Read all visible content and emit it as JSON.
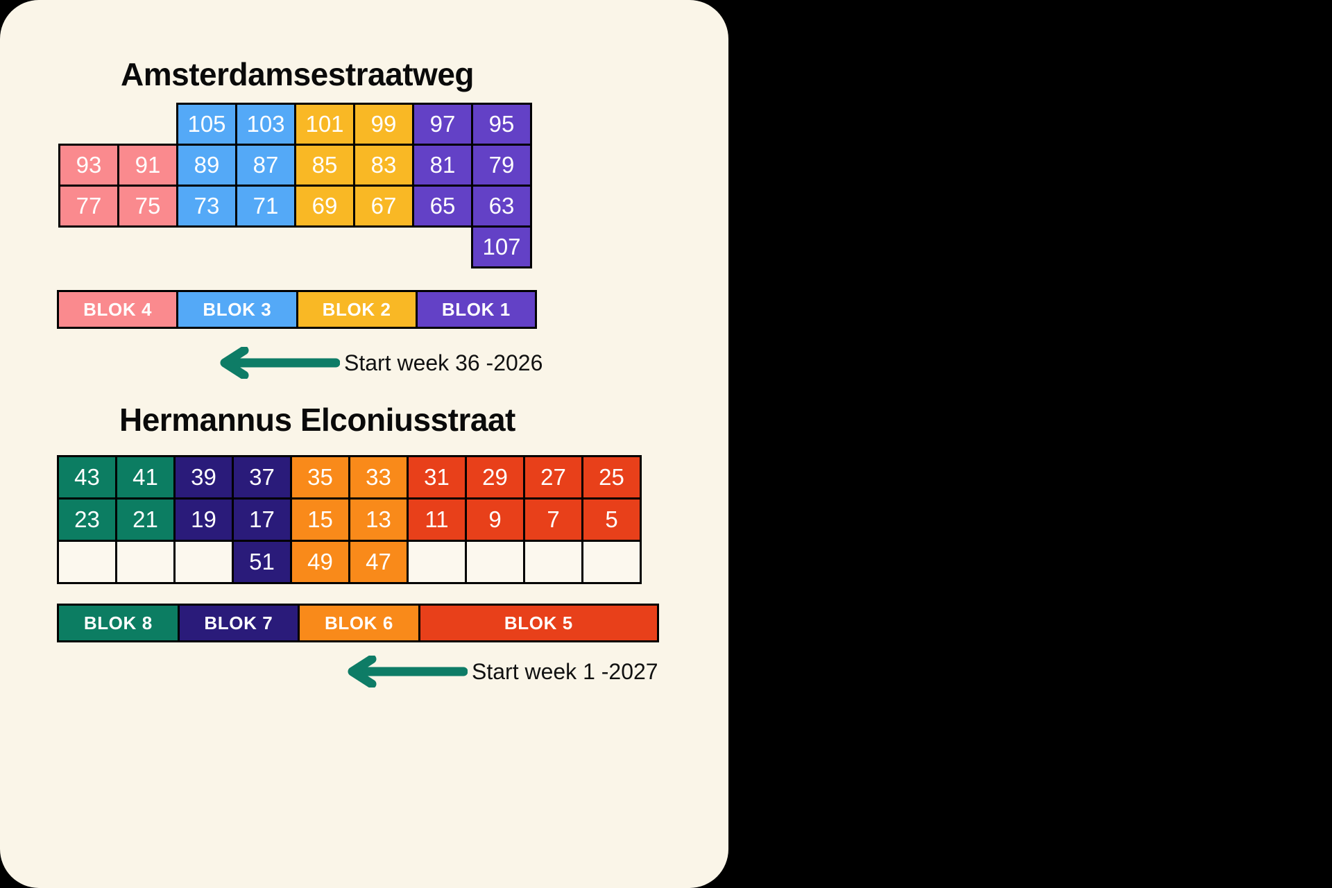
{
  "canvas": {
    "background": "#000000",
    "card_background": "#FAF5E8"
  },
  "palette": {
    "pink": "#FA8A8E",
    "blue": "#54A9F7",
    "yellow": "#F9B825",
    "purple": "#6341C6",
    "teal": "#0C7D62",
    "navy": "#2A1B7A",
    "orange": "#F98A1A",
    "red": "#E8401A",
    "empty": "#FCF8EE",
    "arrow_green": "#0E7C66",
    "border": "#000000",
    "text_on_color": "#FFFFFF",
    "heading": "#0A0A0A"
  },
  "sections": [
    {
      "title": "Amsterdamsestraatweg",
      "grid": {
        "columns": 8,
        "rows": [
          [
            {
              "label": "",
              "color": "none",
              "empty": true
            },
            {
              "label": "",
              "color": "none",
              "empty": true
            },
            {
              "label": "105",
              "color": "blue"
            },
            {
              "label": "103",
              "color": "blue"
            },
            {
              "label": "101",
              "color": "yellow"
            },
            {
              "label": "99",
              "color": "yellow"
            },
            {
              "label": "97",
              "color": "purple"
            },
            {
              "label": "95",
              "color": "purple"
            }
          ],
          [
            {
              "label": "93",
              "color": "pink"
            },
            {
              "label": "91",
              "color": "pink"
            },
            {
              "label": "89",
              "color": "blue"
            },
            {
              "label": "87",
              "color": "blue"
            },
            {
              "label": "85",
              "color": "yellow"
            },
            {
              "label": "83",
              "color": "yellow"
            },
            {
              "label": "81",
              "color": "purple"
            },
            {
              "label": "79",
              "color": "purple"
            }
          ],
          [
            {
              "label": "77",
              "color": "pink"
            },
            {
              "label": "75",
              "color": "pink"
            },
            {
              "label": "73",
              "color": "blue"
            },
            {
              "label": "71",
              "color": "blue"
            },
            {
              "label": "69",
              "color": "yellow"
            },
            {
              "label": "67",
              "color": "yellow"
            },
            {
              "label": "65",
              "color": "purple"
            },
            {
              "label": "63",
              "color": "purple"
            }
          ],
          [
            {
              "label": "",
              "color": "none",
              "empty": true
            },
            {
              "label": "",
              "color": "none",
              "empty": true
            },
            {
              "label": "",
              "color": "none",
              "empty": true
            },
            {
              "label": "",
              "color": "none",
              "empty": true
            },
            {
              "label": "",
              "color": "none",
              "empty": true
            },
            {
              "label": "",
              "color": "none",
              "empty": true
            },
            {
              "label": "",
              "color": "none",
              "empty": true
            },
            {
              "label": "107",
              "color": "purple"
            }
          ]
        ]
      },
      "bloks": [
        {
          "label": "BLOK 4",
          "color": "pink",
          "span": 2
        },
        {
          "label": "BLOK 3",
          "color": "blue",
          "span": 2
        },
        {
          "label": "BLOK 2",
          "color": "yellow",
          "span": 2
        },
        {
          "label": "BLOK 1",
          "color": "purple",
          "span": 2
        }
      ],
      "arrow": {
        "direction": "left",
        "label": "Start week 36 -2026",
        "color": "#0E7C66"
      }
    },
    {
      "title": "Hermannus Elconiusstraat",
      "grid": {
        "columns": 10,
        "rows": [
          [
            {
              "label": "43",
              "color": "teal"
            },
            {
              "label": "41",
              "color": "teal"
            },
            {
              "label": "39",
              "color": "navy"
            },
            {
              "label": "37",
              "color": "navy"
            },
            {
              "label": "35",
              "color": "orange"
            },
            {
              "label": "33",
              "color": "orange"
            },
            {
              "label": "31",
              "color": "red"
            },
            {
              "label": "29",
              "color": "red"
            },
            {
              "label": "27",
              "color": "red"
            },
            {
              "label": "25",
              "color": "red"
            }
          ],
          [
            {
              "label": "23",
              "color": "teal"
            },
            {
              "label": "21",
              "color": "teal"
            },
            {
              "label": "19",
              "color": "navy"
            },
            {
              "label": "17",
              "color": "navy"
            },
            {
              "label": "15",
              "color": "orange"
            },
            {
              "label": "13",
              "color": "orange"
            },
            {
              "label": "11",
              "color": "red"
            },
            {
              "label": "9",
              "color": "red"
            },
            {
              "label": "7",
              "color": "red"
            },
            {
              "label": "5",
              "color": "red"
            }
          ],
          [
            {
              "label": "",
              "color": "empty",
              "empty": true
            },
            {
              "label": "",
              "color": "empty",
              "empty": true
            },
            {
              "label": "",
              "color": "empty",
              "empty": true
            },
            {
              "label": "51",
              "color": "navy"
            },
            {
              "label": "49",
              "color": "orange"
            },
            {
              "label": "47",
              "color": "orange"
            },
            {
              "label": "",
              "color": "empty",
              "empty": true
            },
            {
              "label": "",
              "color": "empty",
              "empty": true
            },
            {
              "label": "",
              "color": "empty",
              "empty": true
            },
            {
              "label": "",
              "color": "empty",
              "empty": true
            }
          ]
        ]
      },
      "bloks": [
        {
          "label": "BLOK 8",
          "color": "teal",
          "span": 2
        },
        {
          "label": "BLOK 7",
          "color": "navy",
          "span": 2
        },
        {
          "label": "BLOK 6",
          "color": "orange",
          "span": 2
        },
        {
          "label": "BLOK 5",
          "color": "red",
          "span": 4
        }
      ],
      "arrow": {
        "direction": "left",
        "label": "Start week 1 -2027",
        "color": "#0E7C66"
      }
    }
  ]
}
